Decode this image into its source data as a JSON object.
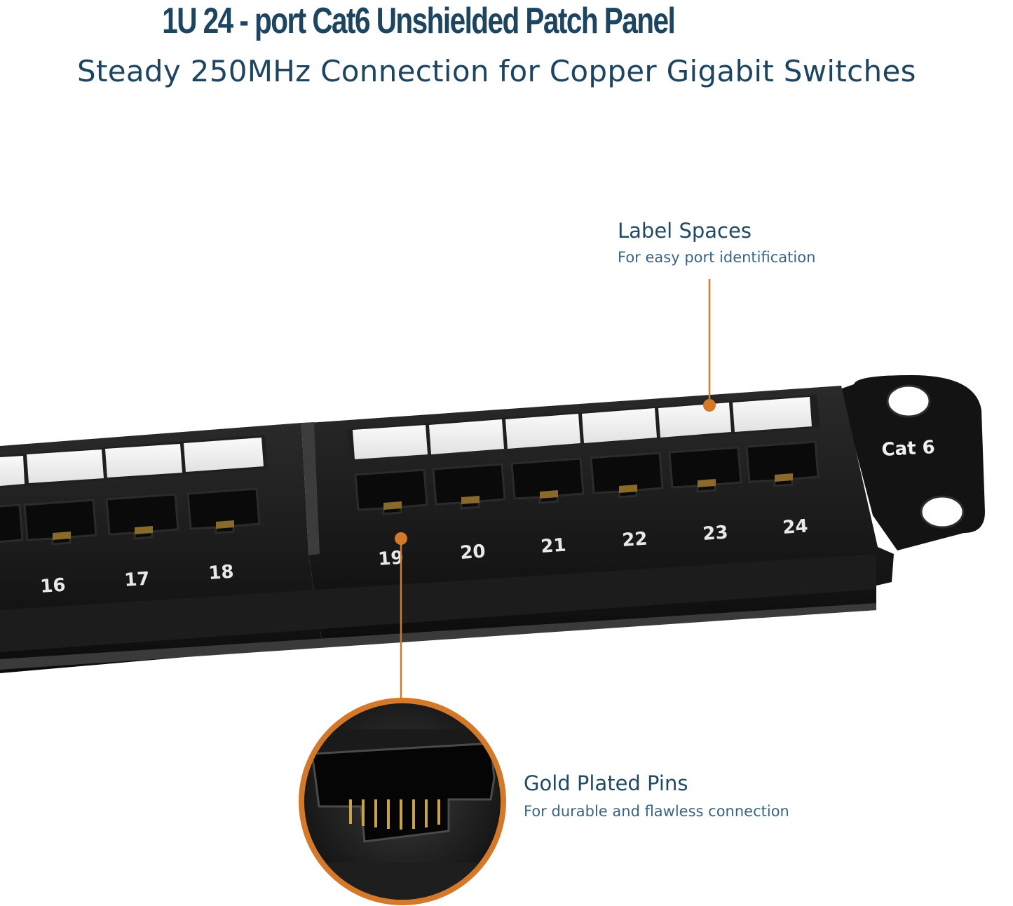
{
  "header": {
    "title": "1U 24 - port Cat6 Unshielded Patch Panel",
    "subtitle": "Steady 250MHz Connection for Copper Gigabit Switches"
  },
  "callouts": {
    "label_spaces": {
      "title": "Label Spaces",
      "subtitle": "For easy port identification"
    },
    "gold_pins": {
      "title": "Gold Plated Pins",
      "subtitle": "For durable and flawless connection"
    }
  },
  "panel": {
    "bracket_label": "Cat 6",
    "port_numbers_left": [
      "16",
      "17",
      "18"
    ],
    "port_numbers_right": [
      "19",
      "20",
      "21",
      "22",
      "23",
      "24"
    ]
  },
  "colors": {
    "heading": "#1d4560",
    "accent_orange": "#d4782a",
    "panel_black": "#141414"
  }
}
